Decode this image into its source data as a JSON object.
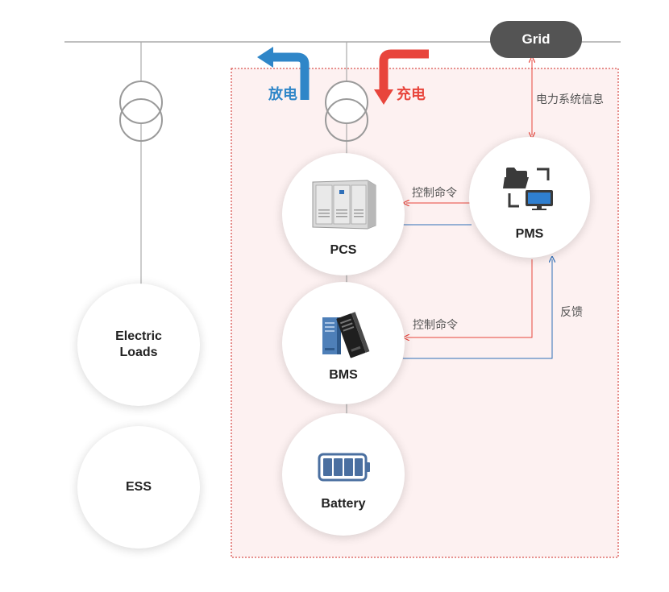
{
  "grid": {
    "label": "Grid"
  },
  "flows": {
    "discharge": "放电",
    "charge": "充电"
  },
  "nodes": {
    "pcs": "PCS",
    "pms": "PMS",
    "bms": "BMS",
    "battery": "Battery",
    "electric_loads_line1": "Electric",
    "electric_loads_line2": "Loads",
    "ess": "ESS"
  },
  "connections": {
    "grid_pms": "电力系统信息",
    "pms_pcs": "控制命令",
    "pms_bms": "控制命令",
    "bms_pms_feedback": "反馈"
  },
  "colors": {
    "discharge": "#2f86c8",
    "charge": "#e8453c",
    "control_line": "#e8453c",
    "feedback_line": "#2f6fb8",
    "ess_boundary": "#d9534f",
    "ess_fill": "#fdf1f1",
    "grid_pill": "#545454"
  },
  "icons": {
    "pcs": "inverter-cabinet-icon",
    "pms": "monitor-network-icon",
    "bms": "server-modules-icon",
    "battery": "battery-icon",
    "transformer": "transformer-icon",
    "discharge": "discharge-arrow-icon",
    "charge": "charge-arrow-icon"
  }
}
